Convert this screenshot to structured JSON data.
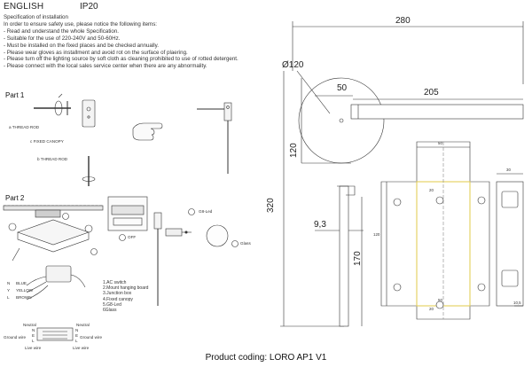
{
  "header": {
    "language": "ENGLISH",
    "rating": "IP20"
  },
  "spec": {
    "title": "Specification of installation",
    "intro": "In order to ensure safety use, please notice the following items:",
    "items": [
      "- Read and understand the whole Specification.",
      "- Suitable for the use of 220-240V and 50-60Hz.",
      "- Must be installed on the fixed places and be checked annually.",
      "- Please wear gloves as installment and avoid rot on the surface of plaering.",
      "- Please turn off the lighting source by soft cloth as cleaning prohibited to use of rotted detergent.",
      "- Please connect with the local sales service center when there are any abnormality."
    ]
  },
  "part1": {
    "title": "Part 1",
    "labels": {
      "thread_rod_a": "a THREAD ROD",
      "fixed_canopy": "c FIXED CANOPY",
      "thread_rod_b": "b THREAD ROD"
    }
  },
  "part2": {
    "title": "Part 2",
    "wire_colors": [
      "BLUE",
      "YELLOW",
      "BROWN"
    ],
    "wire_letters": [
      "N",
      "Y",
      "L"
    ],
    "callouts": {
      "g8_led": "G8-Led",
      "glass": "Glass",
      "off": "OFF"
    },
    "legend": [
      "1.AC switch",
      "2.Mount hanging board",
      "3.Junction box",
      "4.Fixed canopy",
      "5.G8-Led",
      "6Glass"
    ],
    "wiring": {
      "neutral": "Neutral",
      "ground_wire": "Ground wire",
      "live_wire": "Live wire",
      "n": "N",
      "e": "E",
      "l": "L"
    }
  },
  "dimensions": {
    "width_280": "280",
    "diameter_120": "Ø120",
    "d50": "50",
    "d205": "205",
    "d120": "120",
    "d320": "320",
    "d9_3": "9,3",
    "d170": "170",
    "plate_50_top": "50",
    "plate_20_top": "20",
    "plate_120": "120",
    "plate_50_bottom": "50",
    "plate_20_bottom": "20",
    "side_30": "30",
    "side_10_5": "10,5"
  },
  "footer": {
    "product_coding": "Product coding: LORO AP1 V1"
  }
}
